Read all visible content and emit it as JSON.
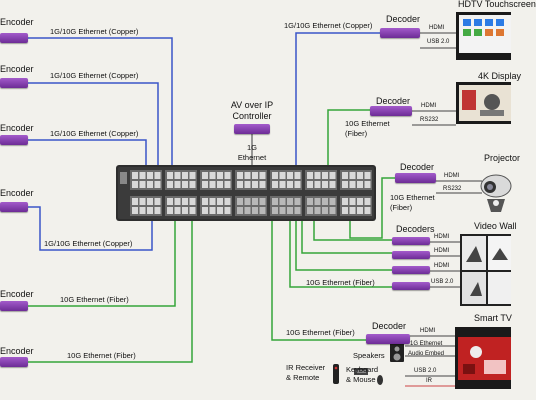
{
  "colors": {
    "copper": "#3a56c8",
    "fiber": "#35a63a",
    "device": "#7b3aa8",
    "switch": "#2e2e2e"
  },
  "encoders": [
    {
      "label": "Encoder",
      "link": "1G/10G Ethernet (Copper)"
    },
    {
      "label": "Encoder",
      "link": "1G/10G Ethernet (Copper)"
    },
    {
      "label": "Encoder",
      "link": "1G/10G Ethernet (Copper)"
    },
    {
      "label": "Encoder",
      "link": "1G/10G Ethernet (Copper)"
    },
    {
      "label": "Encoder",
      "link": "10G Ethernet (Fiber)"
    },
    {
      "label": "Encoder",
      "link": "10G Ethernet (Fiber)"
    }
  ],
  "controller": {
    "title_line1": "AV over IP",
    "title_line2": "Controller",
    "link_line1": "1G",
    "link_line2": "Ethernet"
  },
  "top_right_link": "1G/10G Ethernet (Copper)",
  "decoder_label": "Decoder",
  "decoders_label": "Decoders",
  "hdmi": "HDMI",
  "usb": "USB 2.0",
  "rs232": "RS232",
  "fiber_10g_line1": "10G Ethernet",
  "fiber_10g_line2": "(Fiber)",
  "videowall_link": "10G Ethernet (Fiber)",
  "smarttv_link": "10G Ethernet (Fiber)",
  "displays": {
    "touchscreen": "HDTV Touchscreen",
    "k4": "4K Display",
    "projector": "Projector",
    "videowall": "Video Wall",
    "smarttv": "Smart TV"
  },
  "peripherals": {
    "eth1g": "1G Ethernet",
    "audio": "Audio Embed",
    "usb": "USB 2.0",
    "ir": "IR",
    "speakers": "Speakers",
    "ir_receiver_1": "IR Receiver",
    "ir_receiver_2": "& Remote",
    "keyboard_1": "Keyboard",
    "keyboard_2": "& Mouse"
  }
}
